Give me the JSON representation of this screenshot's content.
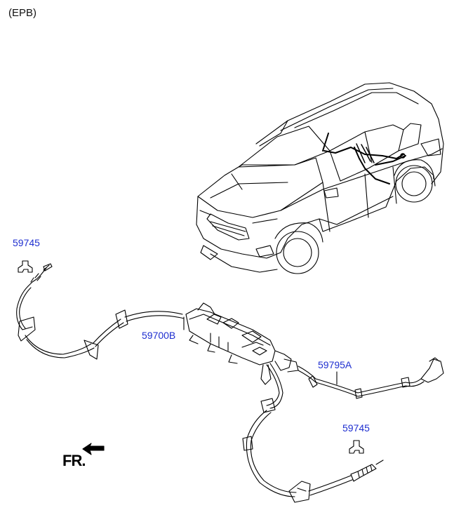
{
  "diagram": {
    "title": "(EPB)",
    "direction_label": "FR.",
    "parts": [
      {
        "id": "clip-left",
        "number": "59745"
      },
      {
        "id": "cable-assembly",
        "number": "59700B"
      },
      {
        "id": "wiring-harness",
        "number": "59795A"
      },
      {
        "id": "clip-right",
        "number": "59745"
      }
    ],
    "colors": {
      "part_number": "#1f2fd0",
      "line": "#000000"
    }
  }
}
